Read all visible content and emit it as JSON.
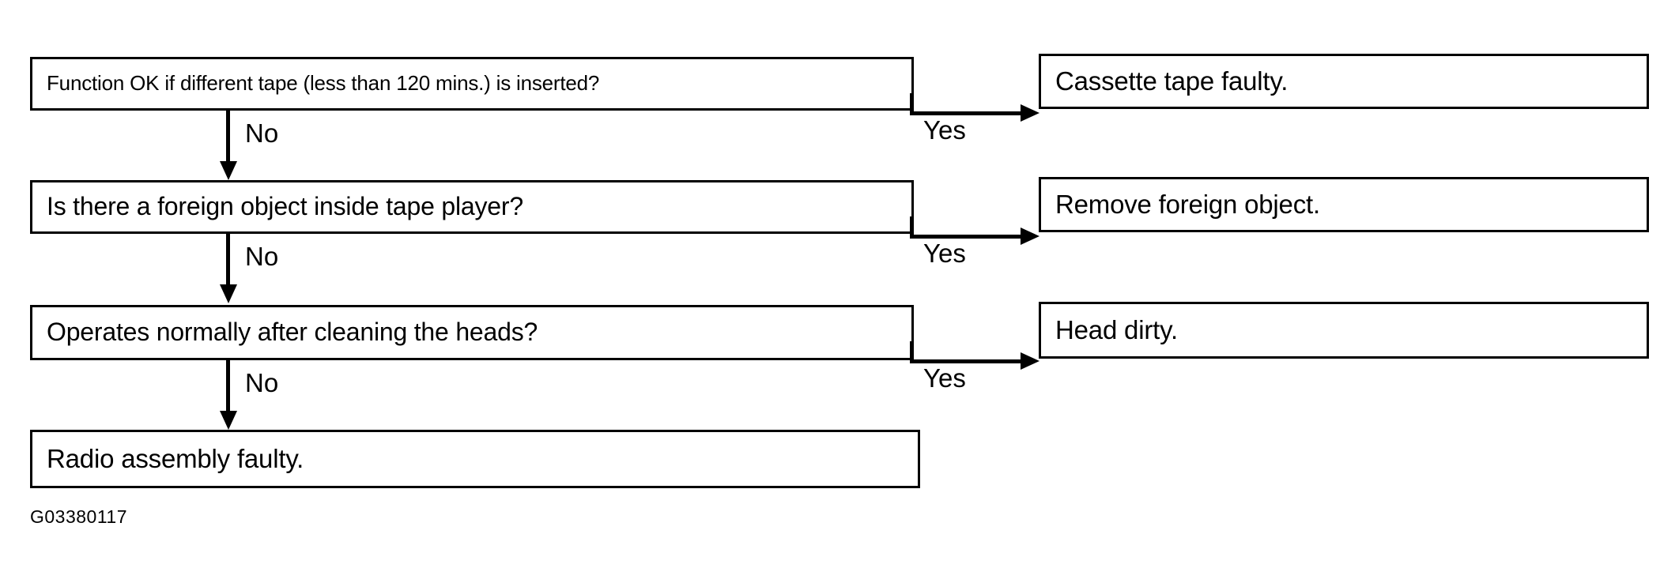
{
  "figure": {
    "caption": "G03380117",
    "kind": "troubleshooting-flowchart",
    "subject": "Cassette tape player diagnosis"
  },
  "colors": {
    "ink": "#000000",
    "paper": "#ffffff"
  },
  "steps": [
    {
      "id": "q1",
      "question": "Function OK if different tape (less than 120 mins.) is inserted?",
      "yes_label": "Yes",
      "yes_result": "Cassette tape faulty.",
      "no_label": "No"
    },
    {
      "id": "q2",
      "question": "Is there a foreign object inside tape player?",
      "yes_label": "Yes",
      "yes_result": "Remove foreign object.",
      "no_label": "No"
    },
    {
      "id": "q3",
      "question": "Operates normally after cleaning the heads?",
      "yes_label": "Yes",
      "yes_result": "Head dirty.",
      "no_label": "No"
    }
  ],
  "final": {
    "result": "Radio assembly faulty."
  }
}
